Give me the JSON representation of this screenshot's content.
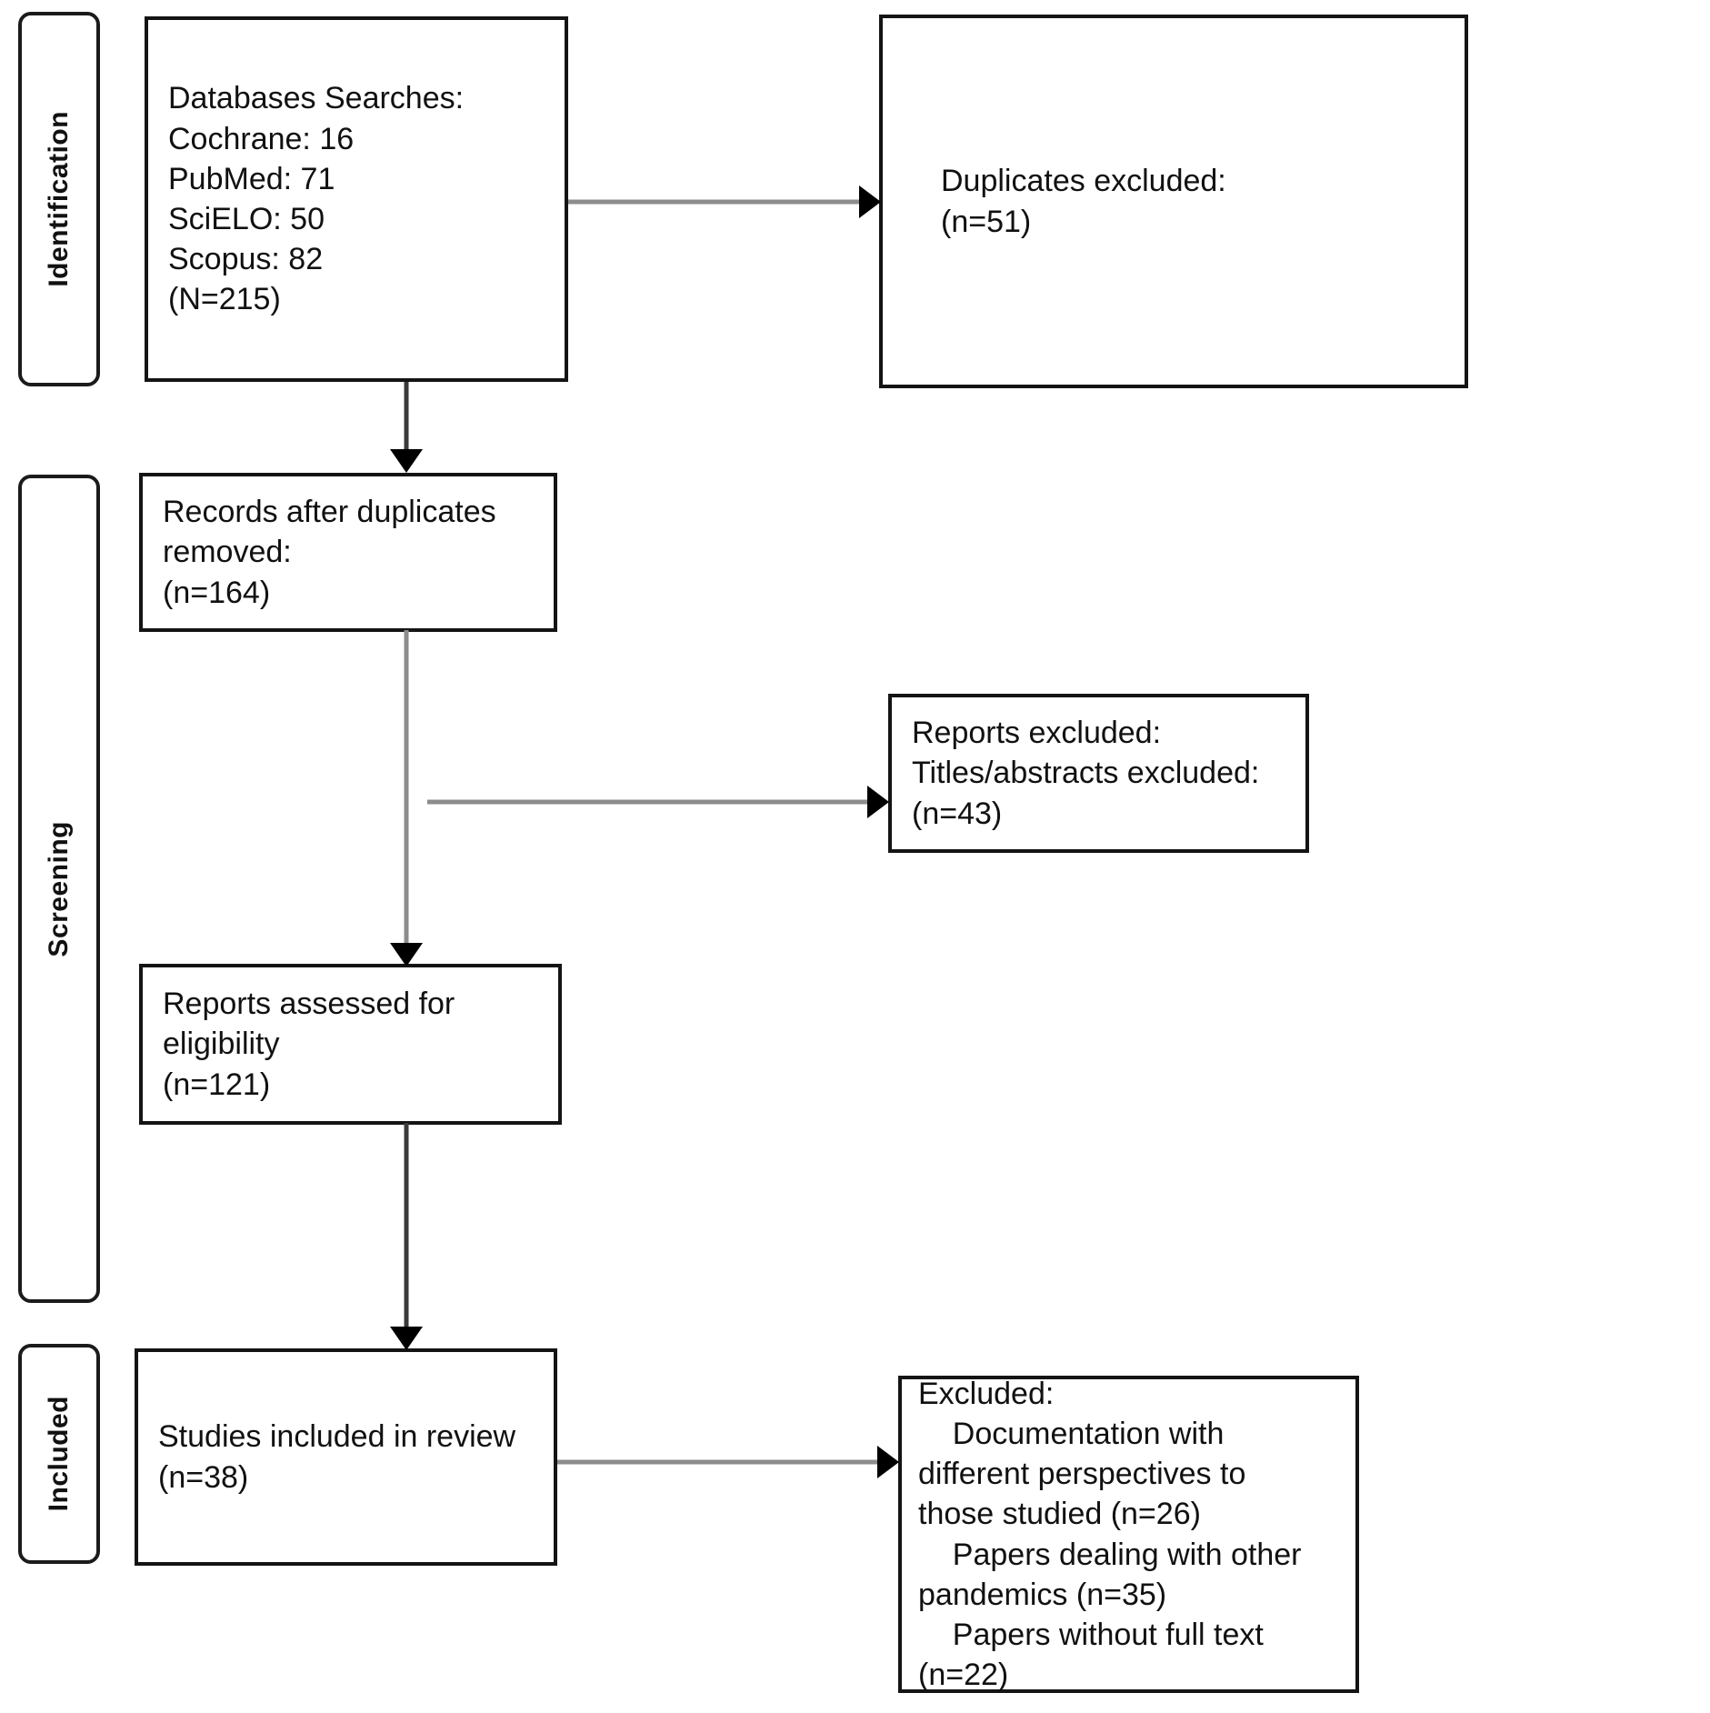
{
  "diagram": {
    "title": "PRISMA Flow Diagram",
    "type": "flowchart",
    "background_color": "#ffffff",
    "border_color": "#141414",
    "text_color": "#111111",
    "arrow_color": "#8c8c8c",
    "arrowhead_color": "#000000"
  },
  "stages": [
    {
      "id": "identification",
      "label": "Identification"
    },
    {
      "id": "screening",
      "label": "Screening"
    },
    {
      "id": "included",
      "label": "Included"
    }
  ],
  "boxes": {
    "databases_searches": {
      "text": "Databases Searches:\nCochrane: 16\nPubMed: 71\nSciELO: 50\nScopus: 82\n(N=215)",
      "lines": [
        "Databases Searches:",
        "Cochrane: 16",
        "PubMed: 71",
        "SciELO: 50",
        "Scopus: 82",
        "(N=215)"
      ],
      "counts": {
        "Cochrane": 16,
        "PubMed": 71,
        "SciELO": 50,
        "Scopus": 82,
        "total_N": 215
      }
    },
    "duplicates_excluded": {
      "text": "Duplicates excluded:\n(n=51)",
      "lines": [
        "Duplicates excluded:",
        "(n=51)"
      ],
      "n": 51
    },
    "records_after_duplicates": {
      "text": "Records after duplicates\nremoved:\n(n=164)",
      "lines": [
        "Records after duplicates",
        "removed:",
        "(n=164)"
      ],
      "n": 164
    },
    "reports_excluded": {
      "text": "Reports excluded:\nTitles/abstracts excluded:\n(n=43)",
      "lines": [
        "Reports excluded:",
        "Titles/abstracts excluded:",
        "(n=43)"
      ],
      "n": 43
    },
    "reports_assessed": {
      "text": "Reports assessed for eligibility\n(n=121)",
      "lines": [
        "Reports assessed for eligibility",
        "(n=121)"
      ],
      "n": 121
    },
    "studies_included": {
      "text": "Studies included in review\n(n=38)",
      "lines": [
        "Studies included in review",
        "(n=38)"
      ],
      "n": 38
    },
    "excluded_reasons": {
      "text": "Excluded:\n    Documentation with different perspectives to\nthose studied (n=26)\n    Papers dealing with other pandemics (n=35)\n    Papers without full text (n=22)",
      "lines": [
        "Excluded:",
        "    Documentation with different perspectives to",
        "those studied (n=26)",
        "    Papers dealing with other pandemics (n=35)",
        "    Papers without full text (n=22)"
      ],
      "reasons": [
        {
          "reason": "Documentation with different perspectives to those studied",
          "n": 26
        },
        {
          "reason": "Papers dealing with other pandemics",
          "n": 35
        },
        {
          "reason": "Papers without full text",
          "n": 22
        }
      ]
    }
  }
}
